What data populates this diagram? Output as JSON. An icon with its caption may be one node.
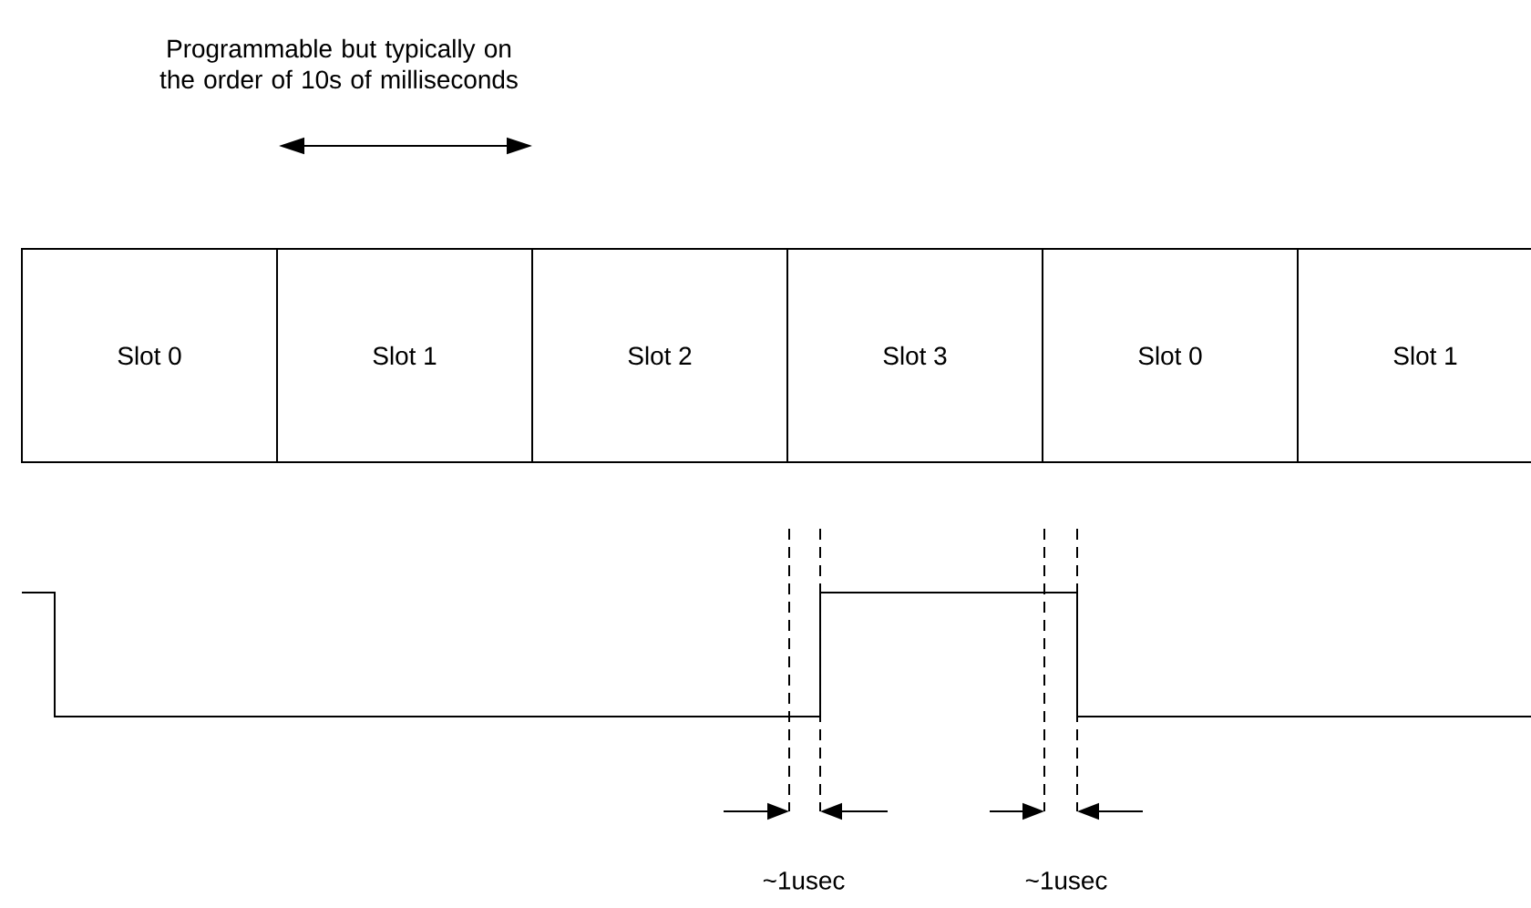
{
  "diagram": {
    "nodes": [
      {
        "text": [
          "Slot 0"
        ]
      },
      {
        "text": [
          "Slot 1"
        ]
      },
      {
        "text": [
          "Slot 2"
        ]
      },
      {
        "text": [
          "Slot 3"
        ]
      },
      {
        "text": [
          "Slot 0"
        ]
      },
      {
        "text": [
          "Slot 1"
        ]
      }
    ],
    "labels": [
      "Programmable but typically on the order of 10s of milliseconds",
      "~1usec",
      "~1usec"
    ]
  }
}
